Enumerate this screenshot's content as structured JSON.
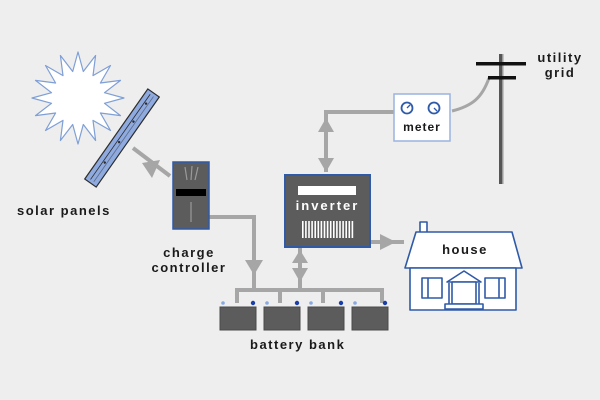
{
  "diagram": {
    "title": "Off-grid / grid-tie solar power system",
    "colors": {
      "background": "#eeeeee",
      "wire": "#a6a6a6",
      "device_fill": "#5c5c5c",
      "device_border": "#2f5aa8",
      "panel_fill": "#8eaadf",
      "outline_blue": "#2f5aa8",
      "terminal_positive": "#1a3fa8",
      "terminal_negative": "#8aa8e0",
      "pole": "#555555"
    },
    "labels": {
      "solar_panels": "solar panels",
      "charge_controller_line1": "charge",
      "charge_controller_line2": "controller",
      "inverter": "inverter",
      "meter": "meter",
      "utility_line1": "utility",
      "utility_line2": "grid",
      "house": "house",
      "battery_bank": "battery bank"
    },
    "components": [
      {
        "id": "sun",
        "label": ""
      },
      {
        "id": "solar-panel",
        "label": "solar panels"
      },
      {
        "id": "charge-controller",
        "label": "charge controller"
      },
      {
        "id": "inverter",
        "label": "inverter"
      },
      {
        "id": "meter",
        "label": "meter"
      },
      {
        "id": "utility-pole",
        "label": "utility grid"
      },
      {
        "id": "house",
        "label": "house"
      },
      {
        "id": "battery-bank",
        "label": "battery bank",
        "battery_count": 4
      }
    ],
    "connections": [
      {
        "from": "solar-panel",
        "to": "charge-controller",
        "direction": "one-way"
      },
      {
        "from": "charge-controller",
        "to": "battery-bank",
        "direction": "one-way"
      },
      {
        "from": "battery-bank",
        "to": "inverter",
        "direction": "two-way"
      },
      {
        "from": "inverter",
        "to": "meter",
        "direction": "two-way"
      },
      {
        "from": "meter",
        "to": "utility-pole",
        "direction": "line"
      },
      {
        "from": "inverter",
        "to": "house",
        "direction": "one-way"
      }
    ]
  }
}
